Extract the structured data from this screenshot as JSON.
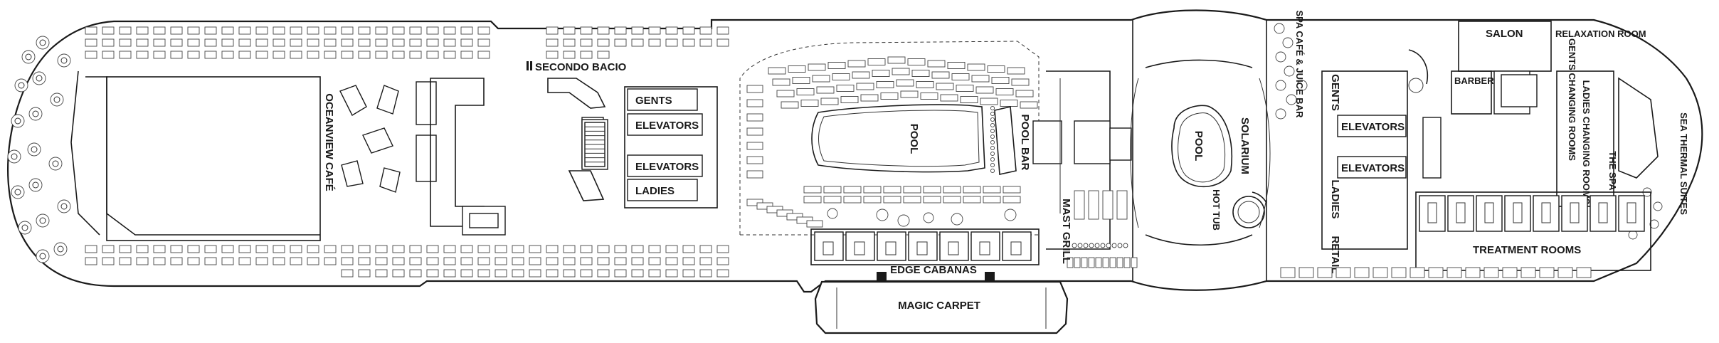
{
  "deck_plan": {
    "labels": {
      "secondo_bacio": "SECONDO BACIO",
      "oceanview_cafe": "OCEANVIEW CAFÉ",
      "gents_fwd": "GENTS",
      "elevators_fwd_1": "ELEVATORS",
      "elevators_fwd_2": "ELEVATORS",
      "ladies_fwd": "LADIES",
      "pool_main": "POOL",
      "pool_bar": "POOL BAR",
      "mast_grill": "MAST GRILL",
      "edge_cabanas": "EDGE CABANAS",
      "magic_carpet": "MAGIC CARPET",
      "solarium": "SOLARIUM",
      "pool_solarium": "POOL",
      "hot_tub": "HOT TUB",
      "spa_cafe_juice_bar": "SPA CAFÉ & JUICE BAR",
      "gents_aft": "GENTS",
      "elevators_aft_1": "ELEVATORS",
      "elevators_aft_2": "ELEVATORS",
      "ladies_aft": "LADIES",
      "retail": "RETAIL",
      "salon": "SALON",
      "relaxation_room": "RELAXATION ROOM",
      "barber": "BARBER",
      "gents_changing_rooms": "GENTS CHANGING ROOMS",
      "ladies_changing_rooms": "LADIES CHANGING ROOMS",
      "the_spa": "THE SPA",
      "sea_thermal_suites": "SEA THERMAL SUITES",
      "treatment_rooms": "TREATMENT ROOMS"
    }
  }
}
